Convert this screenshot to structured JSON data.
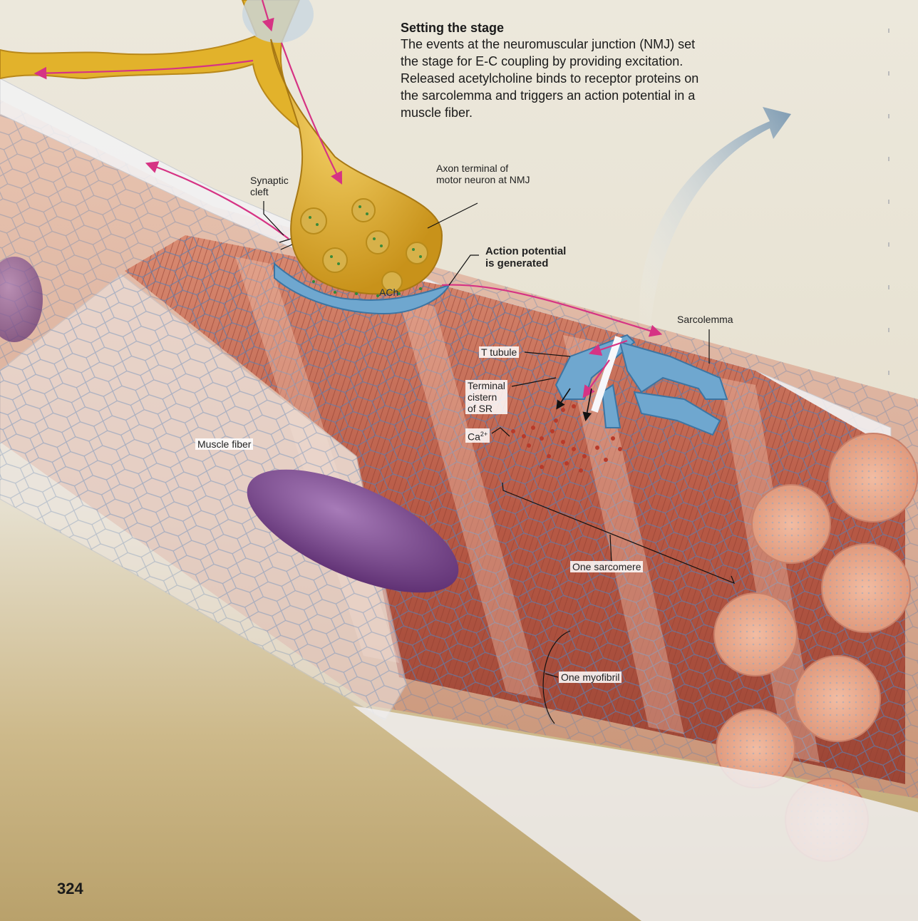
{
  "caption": {
    "title": "Setting the stage",
    "body": "The events at the neuromuscular junction (NMJ) set the stage for E-C coupling by providing excitation. Released acetylcholine binds to receptor proteins on the sarcolemma and triggers an action potential in a muscle fiber."
  },
  "labels": {
    "synaptic_cleft_1": "Synaptic",
    "synaptic_cleft_2": "cleft",
    "axon_terminal_1": "Axon terminal of",
    "axon_terminal_2": "motor neuron at NMJ",
    "action_potential_1": "Action potential",
    "action_potential_2": "is generated",
    "ach": "ACh",
    "sarcolemma": "Sarcolemma",
    "t_tubule": "T tubule",
    "terminal_cistern_1": "Terminal",
    "terminal_cistern_2": "cistern",
    "terminal_cistern_3": "of SR",
    "ca": "Ca",
    "ca_sup": "2+",
    "muscle_fiber": "Muscle fiber",
    "one_sarcomere": "One sarcomere",
    "one_myofibril": "One myofibril"
  },
  "page_number": "324",
  "colors": {
    "muscle": "#b85a46",
    "muscle_light": "#e8a88f",
    "t_tubule": "#6fa7cf",
    "axon": "#e2b22b",
    "signal": "#d63384",
    "nucleus": "#7b4a8c",
    "background": "#e9e4d6"
  }
}
